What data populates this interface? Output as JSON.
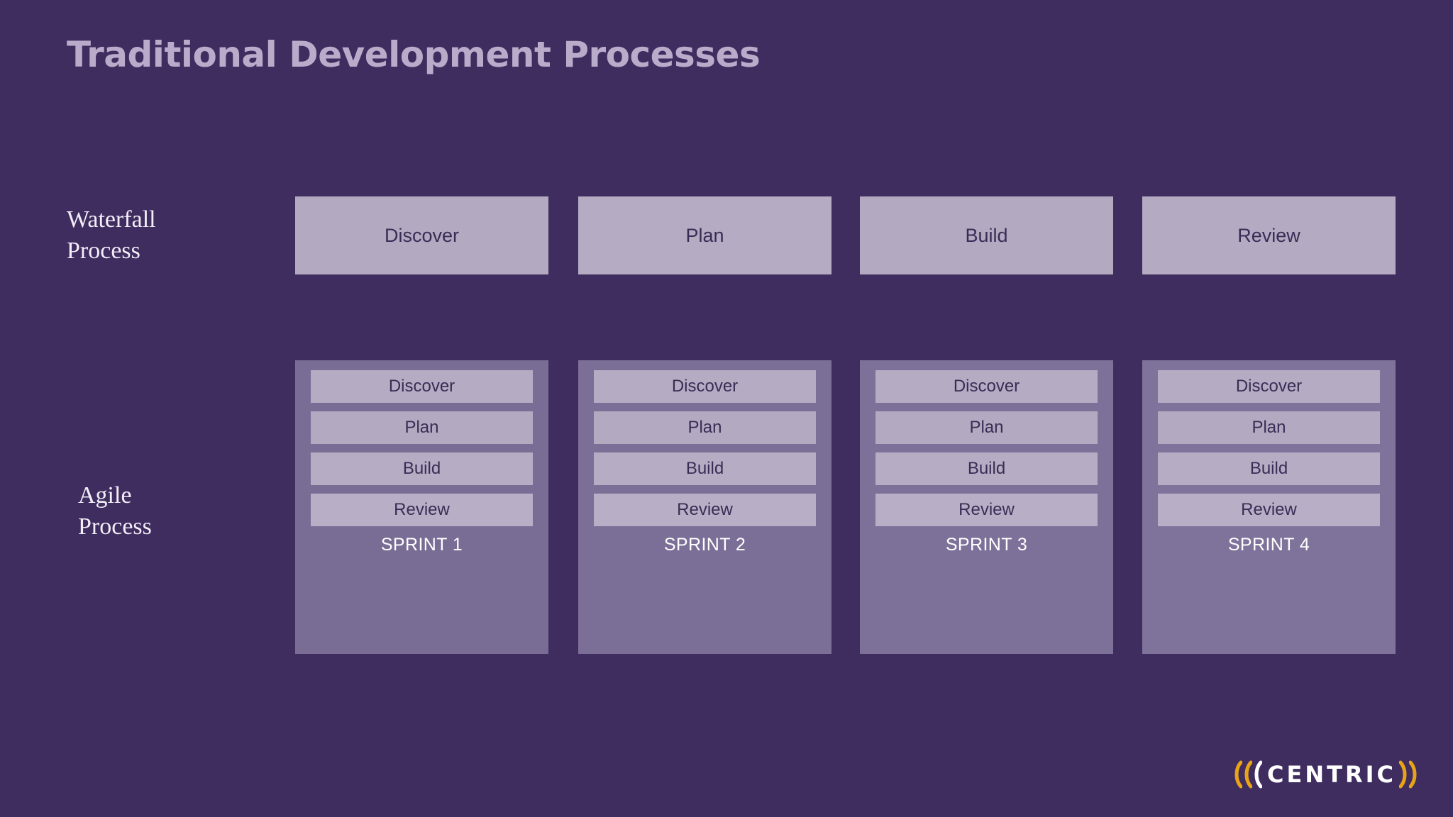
{
  "slide": {
    "title": "Traditional Development Processes",
    "background_color": "#3F2D60",
    "title_color": "#B9ACCB"
  },
  "rows": {
    "waterfall": {
      "label": "Waterfall\nProcess",
      "stages": [
        {
          "label": "Discover"
        },
        {
          "label": "Plan"
        },
        {
          "label": "Build"
        },
        {
          "label": "Review"
        }
      ]
    },
    "agile": {
      "label": "Agile\nProcess",
      "sprints": [
        {
          "name": "SPRINT 1",
          "stages": [
            {
              "label": "Discover"
            },
            {
              "label": "Plan"
            },
            {
              "label": "Build"
            },
            {
              "label": "Review"
            }
          ]
        },
        {
          "name": "SPRINT 2",
          "stages": [
            {
              "label": "Discover"
            },
            {
              "label": "Plan"
            },
            {
              "label": "Build"
            },
            {
              "label": "Review"
            }
          ]
        },
        {
          "name": "SPRINT 3",
          "stages": [
            {
              "label": "Discover"
            },
            {
              "label": "Plan"
            },
            {
              "label": "Build"
            },
            {
              "label": "Review"
            }
          ]
        },
        {
          "name": "SPRINT 4",
          "stages": [
            {
              "label": "Discover"
            },
            {
              "label": "Plan"
            },
            {
              "label": "Build"
            },
            {
              "label": "Review"
            }
          ]
        }
      ]
    }
  },
  "logo": {
    "word": "CENTRIC",
    "accent_color": "#E8A317",
    "text_color": "#FFFFFF"
  },
  "colors": {
    "stage_fill": "#B5ACC3",
    "stage_text": "#3A2C55",
    "sprint_fill": "#7C6F97",
    "label_text": "#F2EEF7"
  }
}
